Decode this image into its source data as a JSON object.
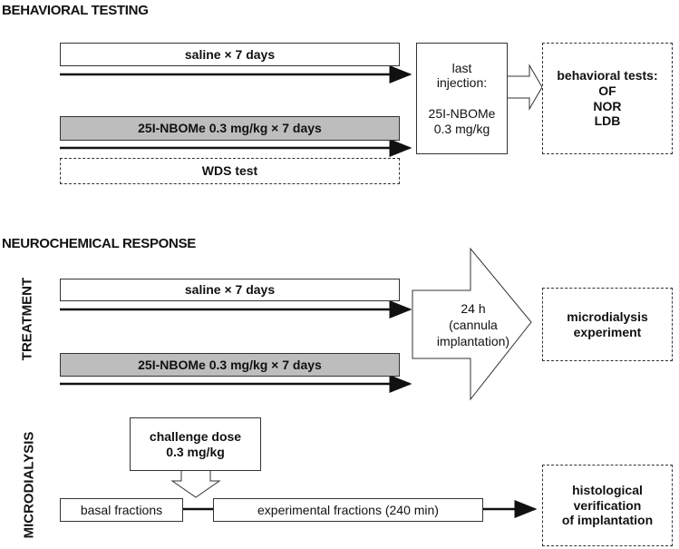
{
  "behavioral": {
    "heading": "BEHAVIORAL TESTING",
    "saline": "saline × 7 days",
    "drug": "25I-NBOMe 0.3 mg/kg × 7 days",
    "wds": "WDS test",
    "last_injection": "last\ninjection:\n\n25I-NBOMe\n0.3 mg/kg",
    "tests": "behavioral tests:\nOF\nNOR\nLDB"
  },
  "neurochemical": {
    "heading": "NEUROCHEMICAL RESPONSE",
    "treatment_label": "TREATMENT",
    "saline": "saline × 7 days",
    "drug": "25I-NBOMe 0.3 mg/kg × 7 days",
    "interval": "24 h\n(cannula\nimplantation)",
    "microdialysis_exp": "microdialysis\nexperiment"
  },
  "microdialysis": {
    "label": "MICRODIALYSIS",
    "challenge": "challenge dose\n0.3 mg/kg",
    "basal": "basal fractions",
    "experimental": "experimental fractions (240 min)",
    "histology": "histological\nverification\nof implantation"
  },
  "colors": {
    "grey_box": "#bdbdbd",
    "line": "#111111"
  }
}
